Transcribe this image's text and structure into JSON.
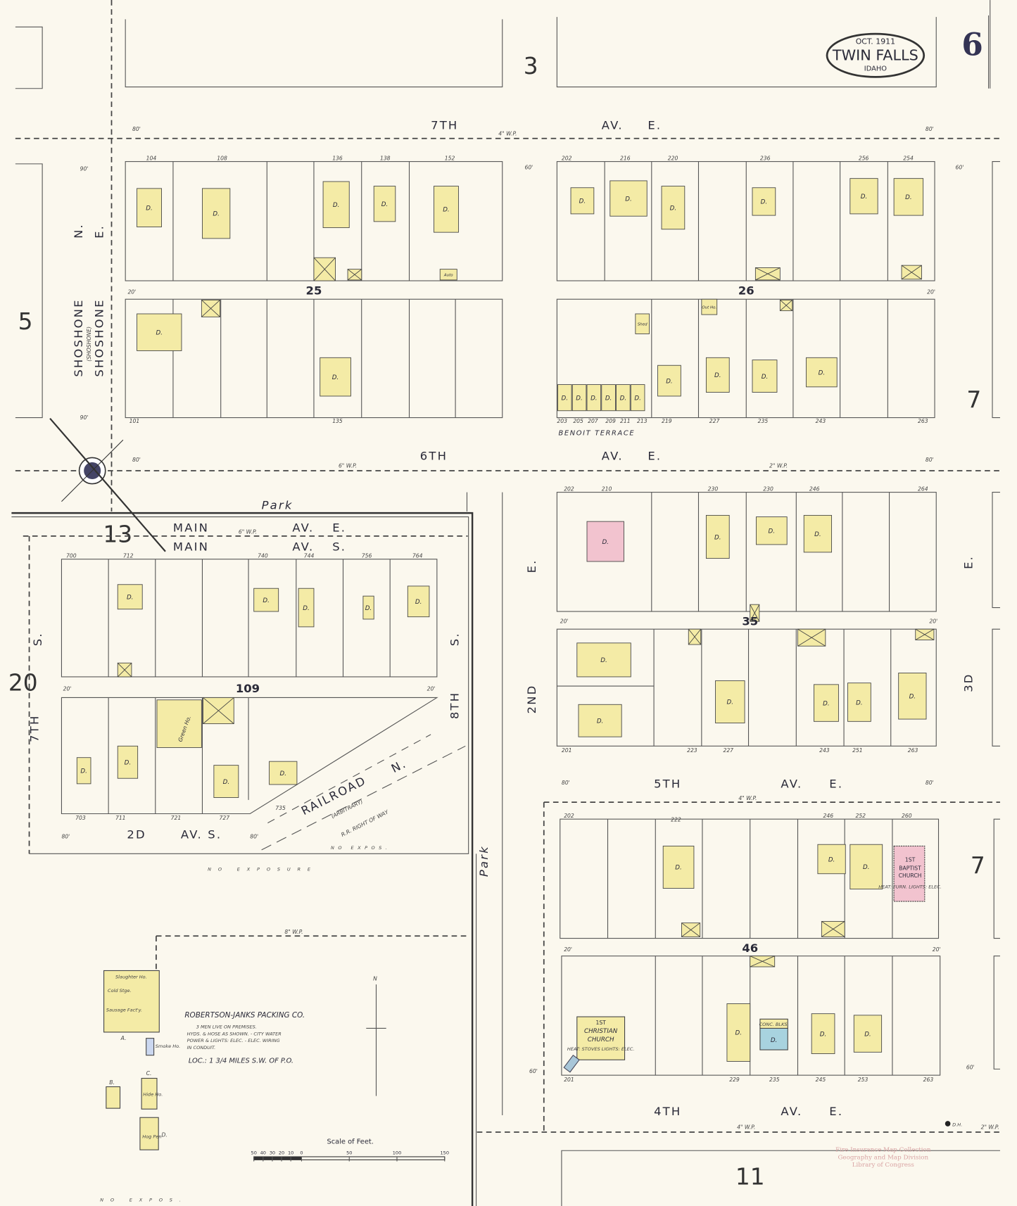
{
  "sheet": {
    "date": "OCT. 1911",
    "city": "TWIN FALLS",
    "state": "IDAHO",
    "number": "6"
  },
  "adjacent_sheets": {
    "top": "3",
    "left_upper": "5",
    "right_upper": "7",
    "right_lower": "7",
    "bottom": "11",
    "left_lower": "20",
    "inset": "13"
  },
  "streets": {
    "seventh_av_e": [
      "7TH",
      "AV.",
      "E."
    ],
    "sixth_av_e": [
      "6TH",
      "AV.",
      "E."
    ],
    "main_av_e": [
      "MAIN",
      "AV.",
      "E."
    ],
    "main_av_s": [
      "MAIN",
      "AV.",
      "S."
    ],
    "fifth_av_e": [
      "5TH",
      "AV.",
      "E."
    ],
    "fourth_av_e": [
      "4TH",
      "AV.",
      "E."
    ],
    "second_av_s": [
      "2D",
      "AV. S."
    ],
    "shoshone_n": [
      "SHOSHONE",
      "N."
    ],
    "shoshone_paren": "(SHOSHONE)",
    "shoshone_e": [
      "SHOSHONE",
      "E."
    ],
    "second_e": [
      "2ND",
      "E."
    ],
    "third_e": [
      "3D",
      "E."
    ],
    "seventh_s": [
      "7TH",
      "S."
    ],
    "eighth_s": [
      "8TH",
      "S."
    ],
    "park": "Park",
    "railroad": [
      "RAILROAD",
      "N.",
      "(ARBITRARY)"
    ],
    "rr_row": "R.R. RIGHT OF WAY",
    "benoit": "BENOIT TERRACE"
  },
  "water_mains": {
    "w4": "4\" W.P.",
    "w6": "6\" W.P.",
    "w2": "2\" W.P.",
    "w8": "8\" W.P."
  },
  "exposure": [
    "NO EXPOSURE",
    "NO EXPOS.",
    "NO EXPOS."
  ],
  "widths": {
    "w80": "80'",
    "w90": "90'",
    "w60": "60'",
    "w20": "20'"
  },
  "blocks": {
    "b25": "25",
    "b26": "26",
    "b35": "35",
    "b46": "46",
    "b109": "109"
  },
  "house_numbers": {
    "b25_top": [
      "104",
      "108",
      "136",
      "138",
      "152"
    ],
    "b25_bottom": [
      "101",
      "135"
    ],
    "b26_top": [
      "202",
      "216",
      "220",
      "236",
      "256",
      "254"
    ],
    "b26_bottom": [
      "203",
      "205",
      "207",
      "209",
      "211",
      "213",
      "219",
      "227",
      "235",
      "243",
      "263"
    ],
    "b35_top": [
      "202",
      "210",
      "230",
      "230",
      "246",
      "264"
    ],
    "b35_bottom": [
      "201",
      "223",
      "227",
      "243",
      "251",
      "263"
    ],
    "b46_top": [
      "202",
      "222",
      "246",
      "252",
      "260"
    ],
    "b46_bottom": [
      "201",
      "229",
      "235",
      "245",
      "253",
      "263"
    ],
    "b109_top": [
      "700",
      "712",
      "740",
      "744",
      "756",
      "764"
    ],
    "b109_bottom": [
      "703",
      "711",
      "721",
      "727",
      "735"
    ]
  },
  "building_labels": {
    "dwelling": "D.",
    "auto": "Auto",
    "shed": "Shed",
    "out_ho": "Out Ho.",
    "green_ho": "Green Ho.",
    "baptist": [
      "1ST",
      "BAPTIST",
      "CHURCH",
      "HEAT: FURN. LIGHTS: ELEC."
    ],
    "christian": [
      "1ST",
      "CHRISTIAN",
      "CHURCH",
      "HEAT: STOVES LIGHTS: ELEC."
    ],
    "conc_blks": "CONC. BLKS."
  },
  "packing": {
    "name": "ROBERTSON-JANKS PACKING CO.",
    "notes": [
      "3 MEN LIVE ON PREMISES.",
      "HYDS. & HOSE AS SHOWN. - CITY WATER",
      "POWER & LIGHTS: ELEC. - ELEC. WIRING",
      "IN CONDUIT."
    ],
    "location": "LOC.: 1 3/4 MILES S.W. OF P.O.",
    "buildings": [
      "Slaughter Ho.",
      "Cold Stge.",
      "Sausage Fact'y.",
      "Smoke Ho.",
      "Hog Pen",
      "Hide Ho."
    ],
    "letters": [
      "A.",
      "B.",
      "C.",
      "D."
    ]
  },
  "scale": {
    "title": "Scale of Feet.",
    "ticks": [
      "50",
      "40",
      "30",
      "20",
      "10",
      "0",
      "50",
      "100",
      "150"
    ]
  },
  "compass": {
    "north": "N"
  },
  "stamp": [
    "Fire Insurance Map Collection",
    "Geography and Map Division",
    "Library of Congress"
  ],
  "hydrant": "D.H.",
  "colors": {
    "brick_or_frame_yellow": "#f4eba6",
    "brick_pink": "#f2c3cf",
    "stone_blue": "#a8d3df",
    "ink": "#2a2a38",
    "paper": "#fbf8ee",
    "stamp": "#d9a3a3"
  }
}
